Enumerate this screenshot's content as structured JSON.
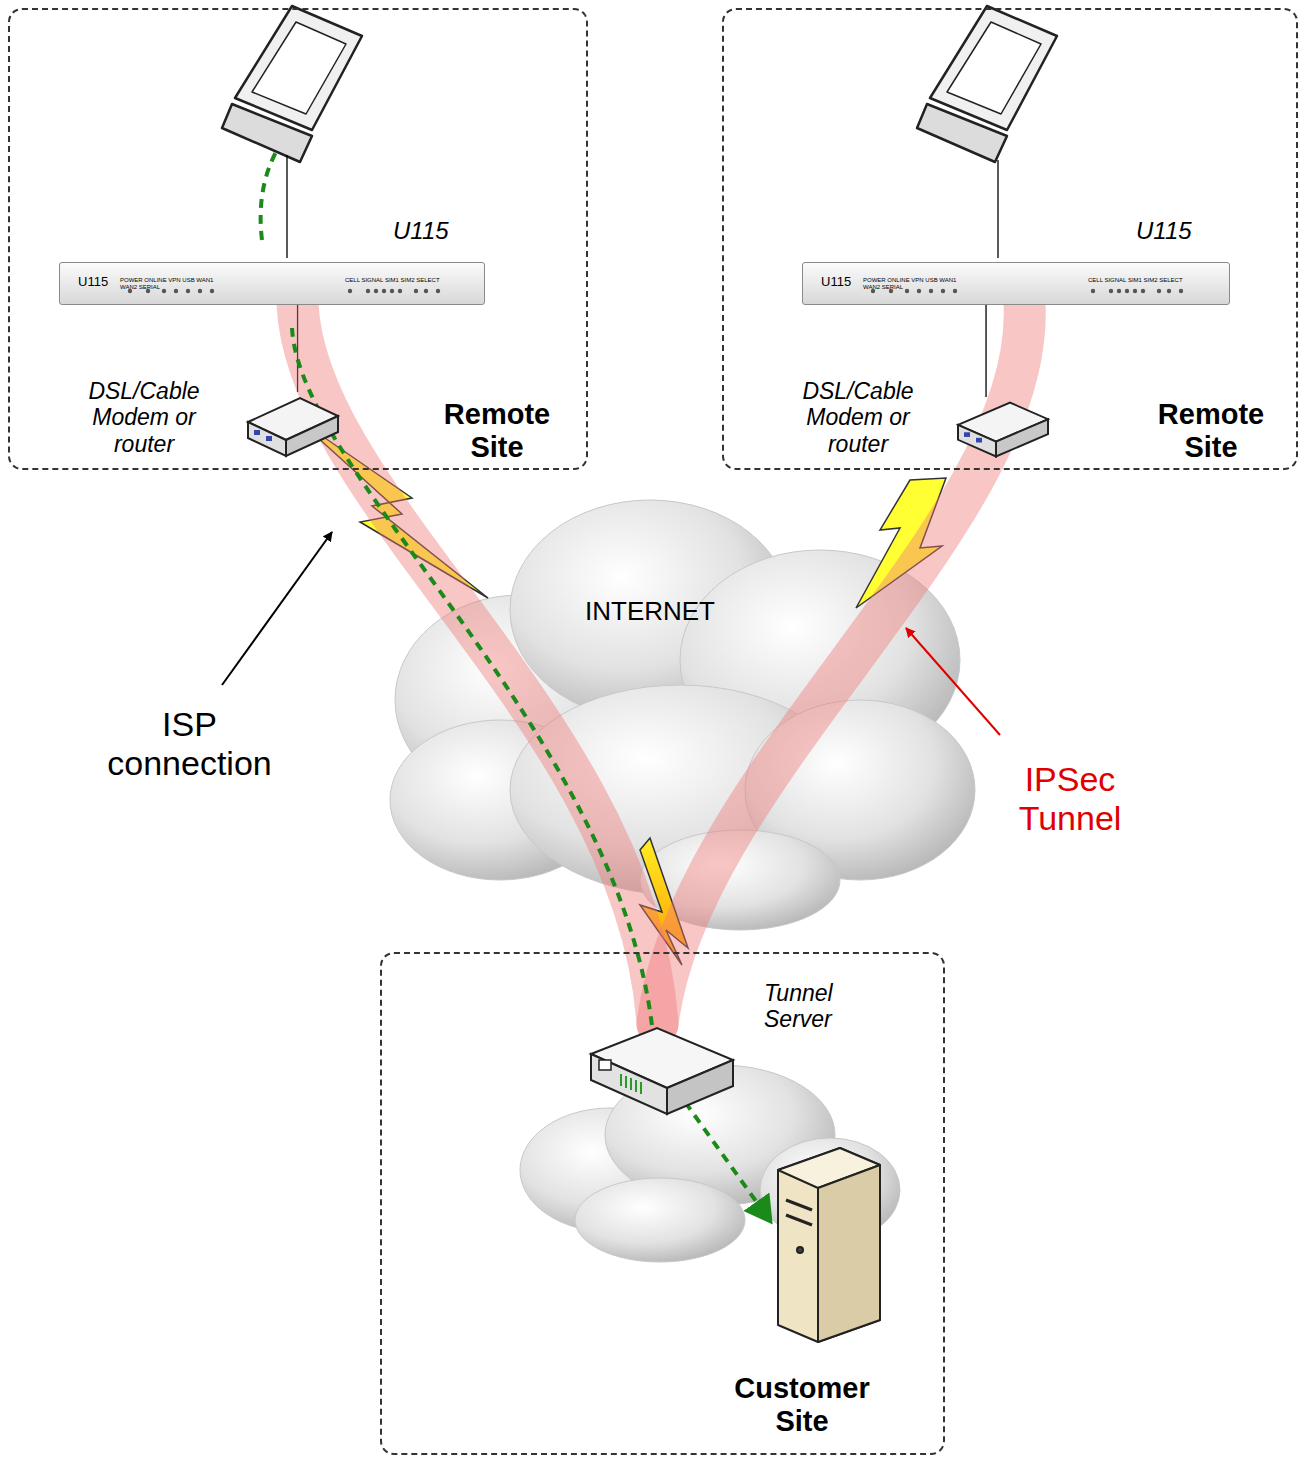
{
  "diagram": {
    "nodes": [
      {
        "text": [
          "Remote Site"
        ]
      },
      {
        "text": [
          "U115",
          "U115",
          "POWER ONLINE VPN USB WAN1 WAN2 SERIAL",
          "CELL SIGNAL SIM1 SIM2 SELECT"
        ],
        "in": 0
      },
      {
        "text": [
          "DSL/Cable Modem or router"
        ],
        "in": 0
      },
      {
        "text": [
          "Remote Site"
        ]
      },
      {
        "text": [
          "U115",
          "U115",
          "POWER ONLINE VPN USB WAN1 WAN2 SERIAL",
          "CELL SIGNAL SIM1 SIM2 SELECT"
        ],
        "in": 3
      },
      {
        "text": [
          "DSL/Cable Modem or router"
        ],
        "in": 3
      },
      {
        "text": [
          "Customer Site"
        ]
      },
      {
        "text": [
          "Tunnel Server"
        ],
        "in": 6
      }
    ],
    "edges": [
      {
        "from": 1,
        "to": 2,
        "arrow": "none"
      },
      {
        "from": 4,
        "to": 5,
        "arrow": "none"
      },
      {
        "from": 1,
        "to": 7,
        "arrow": "none"
      },
      {
        "from": 4,
        "to": 7,
        "arrow": "none"
      }
    ],
    "labels": [
      "INTERNET",
      "ISP connection",
      "IPSec Tunnel"
    ]
  }
}
